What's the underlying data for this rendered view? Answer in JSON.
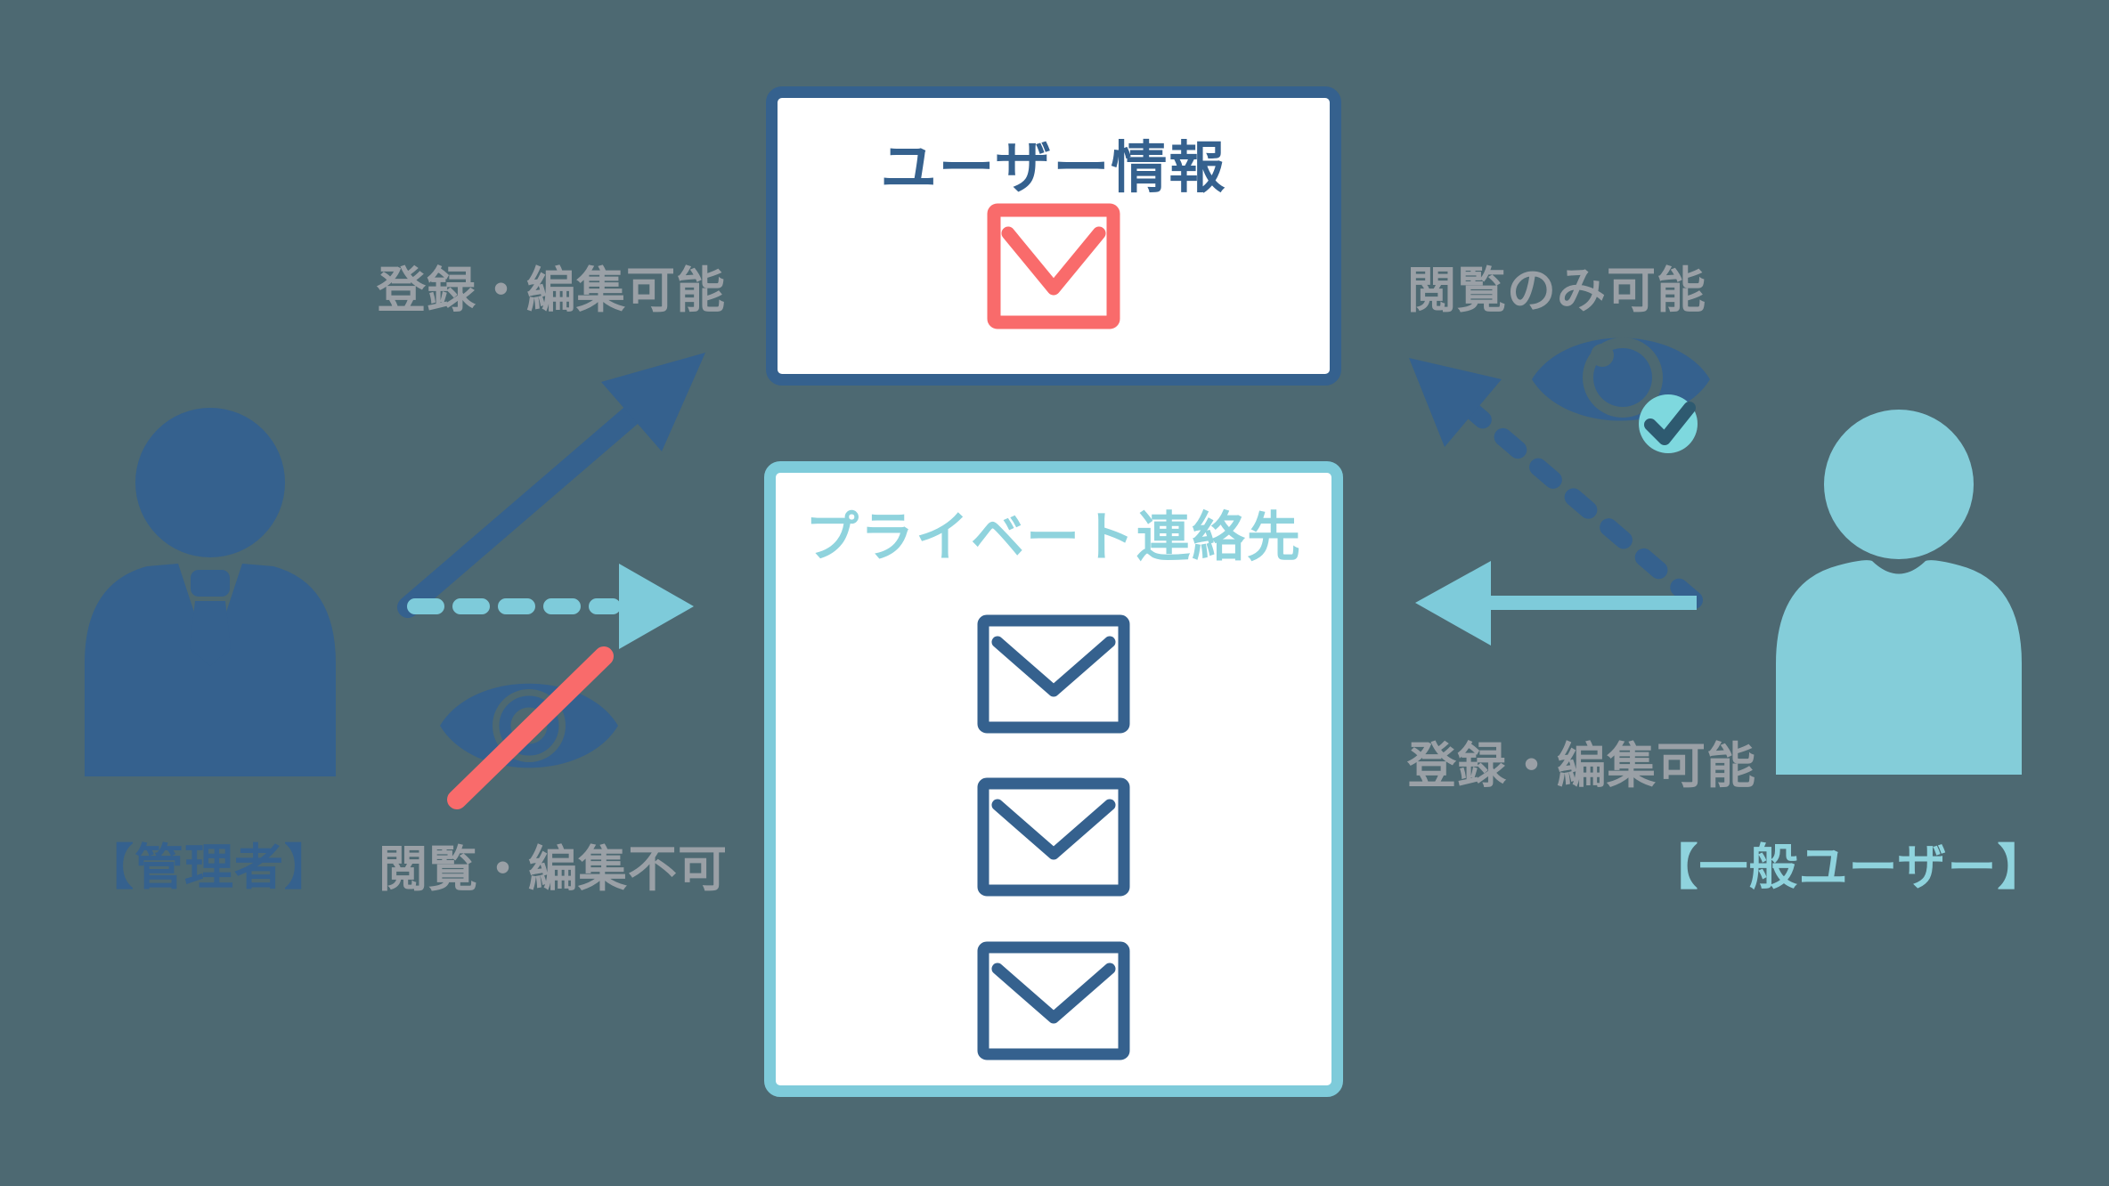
{
  "diagram": {
    "background_color": "#4d6972",
    "label_color": "#9aa0a6",
    "boxes": {
      "user_info": {
        "title": "ユーザー情報",
        "title_color": "#35618e",
        "border_color": "#35618e",
        "icon": "envelope-icon",
        "icon_color": "#f96b6b",
        "envelope_count": 1
      },
      "private_contacts": {
        "title": "プライベート連絡先",
        "title_color": "#8fd3dd",
        "border_color": "#7ecbda",
        "icon": "envelope-icon",
        "icon_color": "#35618e",
        "envelope_count": 3
      }
    },
    "actors": {
      "admin": {
        "label": "【管理者】",
        "color": "#35618e",
        "icon": "businessperson-icon"
      },
      "general_user": {
        "label": "【一般ユーザー】",
        "color": "#8fd3dd",
        "icon": "person-icon"
      }
    },
    "permissions": [
      {
        "from": "admin",
        "to": "user_info",
        "label": "登録・編集可能",
        "arrow": "solid",
        "arrow_color": "#35618e"
      },
      {
        "from": "admin",
        "to": "private_contacts",
        "label": "閲覧・編集不可",
        "arrow": "dotted",
        "arrow_color": "#7ecbda",
        "icon": "eye-slash-icon",
        "slash_color": "#f96b6b"
      },
      {
        "from": "general_user",
        "to": "user_info",
        "label": "閲覧のみ可能",
        "arrow": "dotted",
        "arrow_color": "#35618e",
        "icon": "eye-check-icon",
        "badge_color": "#7ed8de"
      },
      {
        "from": "general_user",
        "to": "private_contacts",
        "label": "登録・編集可能",
        "arrow": "solid",
        "arrow_color": "#7ecbda"
      }
    ]
  }
}
